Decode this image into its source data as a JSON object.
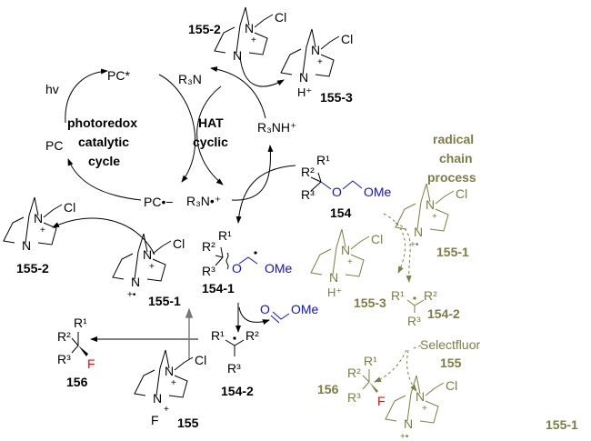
{
  "cycles": {
    "photoredox": [
      "photoredox",
      "catalytic",
      "cycle"
    ],
    "hat": [
      "HAT",
      "cyclic"
    ],
    "radical_chain": [
      "radical",
      "chain",
      "process"
    ]
  },
  "species": {
    "pc_star": "PC*",
    "hv": "hv",
    "pc": "PC",
    "pc_radical_anion": "PC•−",
    "r3n": "R₃N",
    "r3nh_plus": "R₃NH⁺",
    "r3n_radical_cation": "R₃N•⁺"
  },
  "labels": {
    "c155_2": "155-2",
    "c155_3": "155-3",
    "c155_1": "155-1",
    "c154": "154",
    "c154_1": "154-1",
    "c154_2": "154-2",
    "c155": "155",
    "c156": "156",
    "selectfluor": "Selectfluor"
  },
  "atoms": {
    "N": "N",
    "plus": "+",
    "Cl": "Cl",
    "H_plus": "H⁺",
    "F": "F",
    "radical_cation": "+•",
    "R1": "R¹",
    "R2": "R²",
    "R3": "R³",
    "O": "O",
    "OMe": "OMe"
  },
  "colors": {
    "black": "#000000",
    "blue": "#1010e0",
    "red": "#ff0000",
    "olive": "#7d7d45"
  }
}
